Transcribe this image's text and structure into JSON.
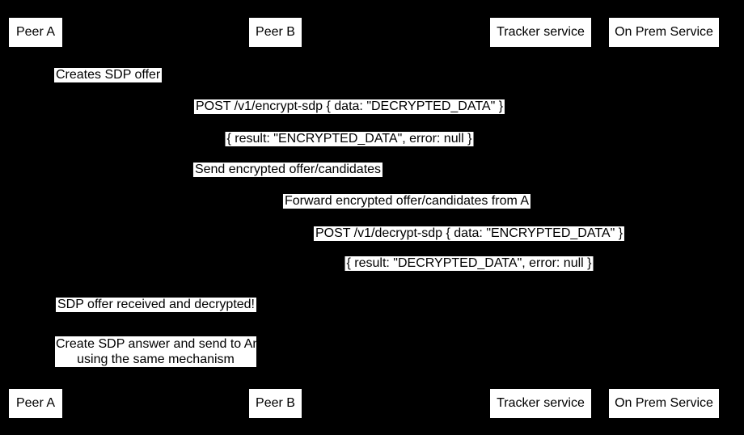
{
  "colors": {
    "background": "#000000",
    "box_bg": "#ffffff",
    "box_text": "#000000"
  },
  "actors": [
    {
      "id": "peer-a",
      "label": "Peer A"
    },
    {
      "id": "peer-b",
      "label": "Peer B"
    },
    {
      "id": "tracker",
      "label": "Tracker service"
    },
    {
      "id": "on-prem",
      "label": "On Prem Service"
    }
  ],
  "messages": [
    {
      "id": "create-offer",
      "label": "Creates SDP offer"
    },
    {
      "id": "encrypt-request",
      "label": "POST /v1/encrypt-sdp { data: \"DECRYPTED_DATA\" }"
    },
    {
      "id": "encrypt-response",
      "label": "{ result: \"ENCRYPTED_DATA\", error: null }"
    },
    {
      "id": "send-encrypted",
      "label": "Send encrypted offer/candidates"
    },
    {
      "id": "forward-encrypted",
      "label": "Forward encrypted offer/candidates from A"
    },
    {
      "id": "decrypt-request",
      "label": "POST /v1/decrypt-sdp { data: \"ENCRYPTED_DATA\" }"
    },
    {
      "id": "decrypt-response",
      "label": "{ result: \"DECRYPTED_DATA\", error: null }"
    },
    {
      "id": "offer-received",
      "label": "SDP offer received and decrypted!"
    }
  ],
  "note": {
    "lines": [
      "Create SDP answer and send to An",
      "using the same mechanism"
    ]
  }
}
